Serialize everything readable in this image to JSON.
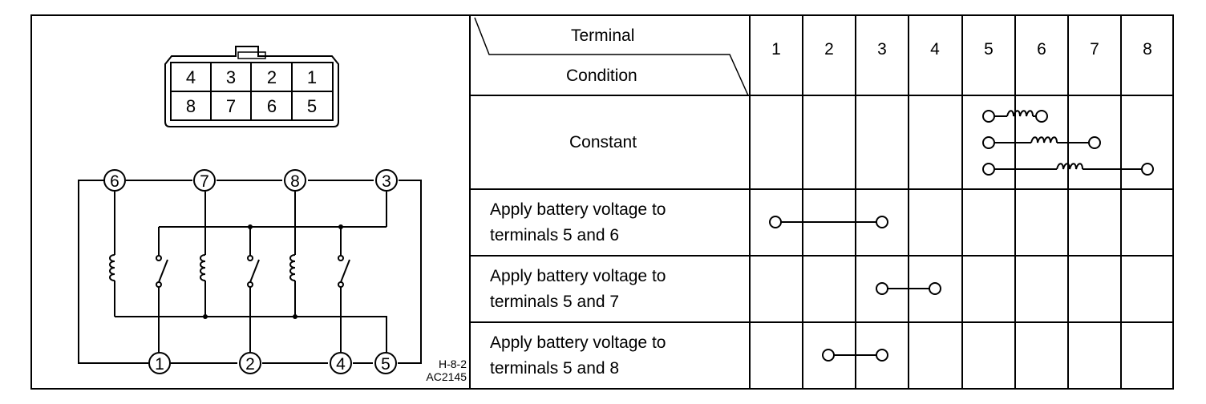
{
  "connector": {
    "top_row": [
      "4",
      "3",
      "2",
      "1"
    ],
    "bottom_row": [
      "8",
      "7",
      "6",
      "5"
    ]
  },
  "schematic": {
    "top_terminals": [
      "6",
      "7",
      "8",
      "3"
    ],
    "bottom_terminals": [
      "1",
      "2",
      "4",
      "5"
    ]
  },
  "figure_ids": [
    "H-8-2",
    "AC2145"
  ],
  "table": {
    "header_terminal": "Terminal",
    "header_condition": "Condition",
    "columns": [
      "1",
      "2",
      "3",
      "4",
      "5",
      "6",
      "7",
      "8"
    ],
    "rows": [
      {
        "condition": "Constant"
      },
      {
        "condition_line1": "Apply battery voltage to",
        "condition_line2": "terminals 5 and 6"
      },
      {
        "condition_line1": "Apply battery voltage to",
        "condition_line2": "terminals 5 and 7"
      },
      {
        "condition_line1": "Apply battery voltage to",
        "condition_line2": "terminals 5 and 8"
      }
    ]
  }
}
